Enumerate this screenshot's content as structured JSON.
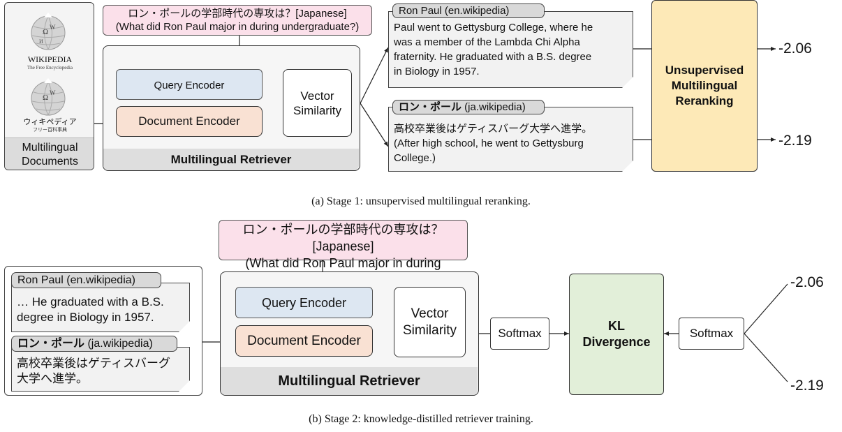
{
  "stage1": {
    "documents": {
      "wiki_en_name": "WIKIPEDIA",
      "wiki_en_tagline": "The Free Encyclopedia",
      "wiki_ja_name": "ウィキペディア",
      "wiki_ja_tagline": "フリー百科事典",
      "label_line1": "Multilingual",
      "label_line2": "Documents"
    },
    "query_line1": "ロン・ポールの学部時代の専攻は？[Japanese]",
    "query_line2": "(What did Ron Paul major in during undergraduate?)",
    "query_encoder": "Query Encoder",
    "document_encoder": "Document Encoder",
    "vector_similarity_line1": "Vector",
    "vector_similarity_line2": "Similarity",
    "retriever_label": "Multilingual Retriever",
    "doc_en": {
      "tag": "Ron Paul (en.wikipedia)",
      "lines": [
        "Paul went to Gettysburg College, where he",
        "was a member of the Lambda Chi Alpha",
        "fraternity. He graduated with a B.S. degree",
        "in Biology in 1957."
      ]
    },
    "doc_ja": {
      "tag_ja": "ロン・ポール",
      "tag_rest": " (ja.wikipedia)",
      "lines": [
        "高校卒業後はゲティスバーグ大学へ進学。",
        "(After high school, he went to Gettysburg",
        "College.)"
      ]
    },
    "reranking_line1": "Unsupervised",
    "reranking_line2": "Multilingual",
    "reranking_line3": "Reranking",
    "score_en": "-2.06",
    "score_ja": "-2.19",
    "caption": "(a) Stage 1: unsupervised multilingual reranking."
  },
  "stage2": {
    "query_line1": "ロン・ポールの学部時代の専攻は？[Japanese]",
    "query_line2": "(What did Ron Paul major in during undergraduate?)",
    "doc_en": {
      "tag": "Ron Paul (en.wikipedia)",
      "lines": [
        "… He graduated with a B.S.",
        "degree in Biology in 1957."
      ]
    },
    "doc_ja": {
      "tag_ja": "ロン・ポール",
      "tag_rest": " (ja.wikipedia)",
      "lines": [
        "高校卒業後はゲティスバーグ",
        "大学へ進学。"
      ]
    },
    "query_encoder": "Query Encoder",
    "document_encoder": "Document Encoder",
    "vector_similarity_line1": "Vector",
    "vector_similarity_line2": "Similarity",
    "retriever_label": "Multilingual Retriever",
    "softmax_left": "Softmax",
    "kl_line1": "KL",
    "kl_line2": "Divergence",
    "softmax_right": "Softmax",
    "score_top": "-2.06",
    "score_bottom": "-2.19",
    "caption": "(b) Stage 2: knowledge-distilled retriever training."
  },
  "colors": {
    "query_pink": "#fbe0ea",
    "query_encoder_blue": "#dde7f2",
    "document_encoder_peach": "#f9e1d3",
    "reranking_yellow": "#fde9b7",
    "kl_green": "#e2efd9",
    "tag_gray": "#d9d9d9"
  }
}
